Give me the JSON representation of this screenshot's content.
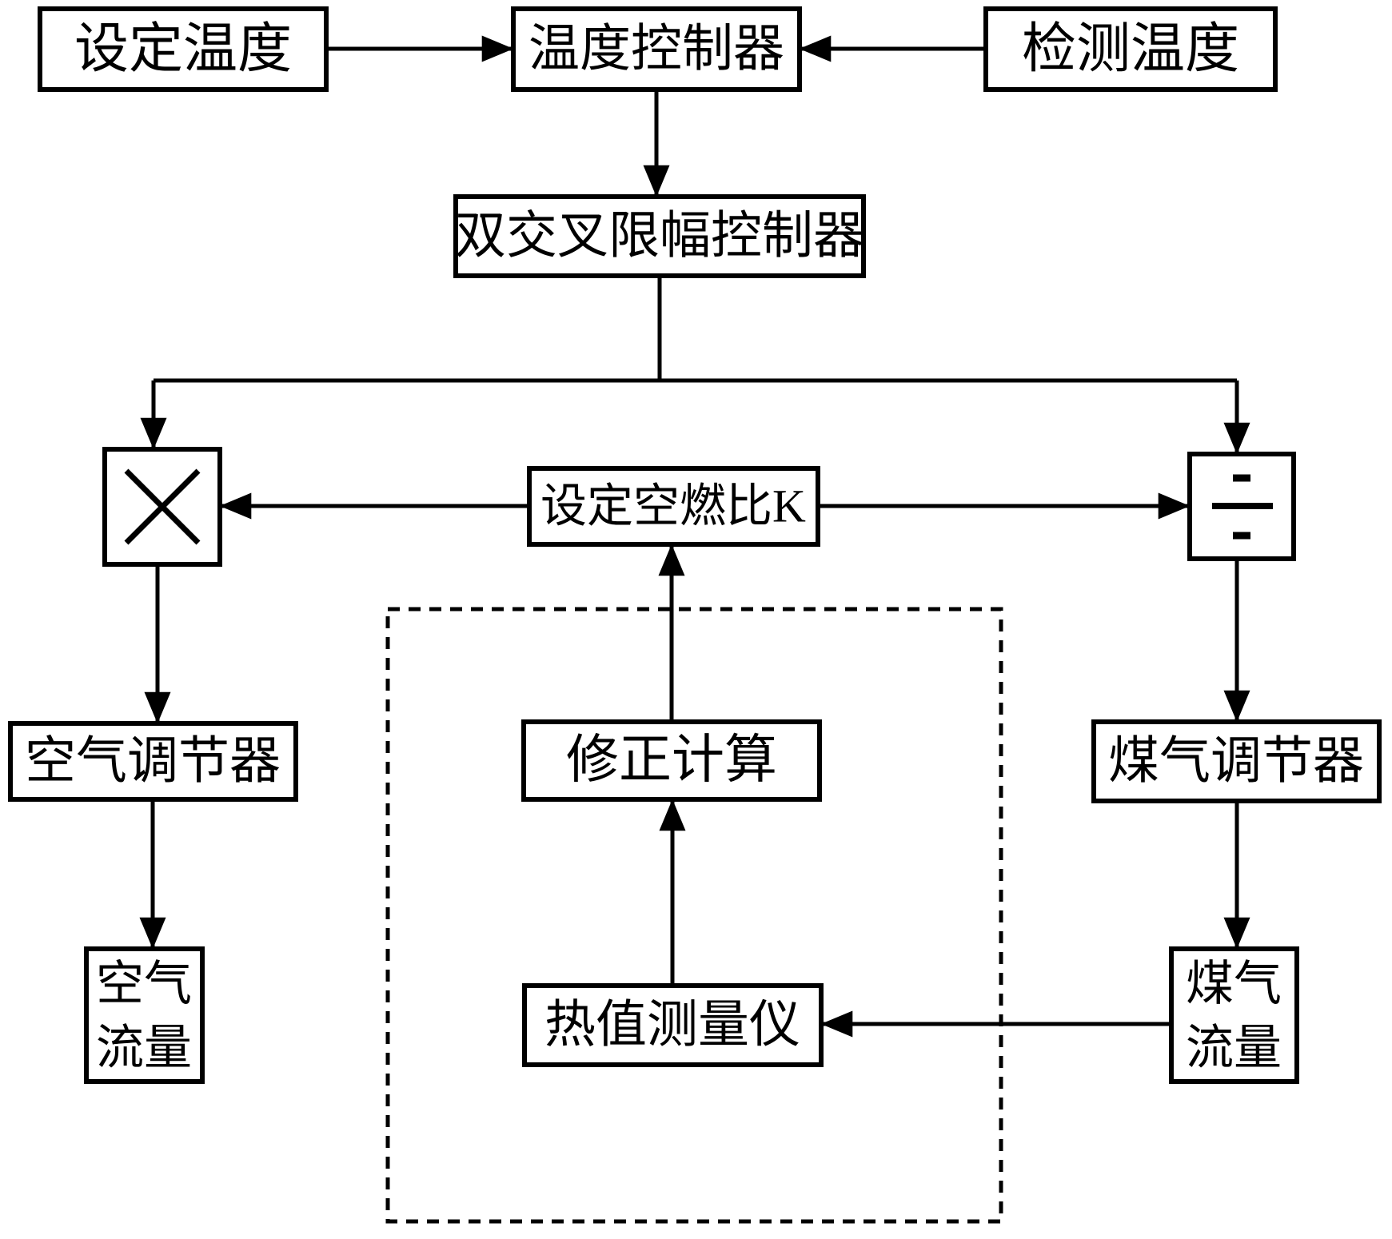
{
  "diagram": {
    "background_color": "#ffffff",
    "line_color": "#000000",
    "nodes": {
      "set_temp": {
        "label": "设定温度"
      },
      "temp_controller": {
        "label": "温度控制器"
      },
      "detect_temp": {
        "label": "检测温度"
      },
      "cross_limiter": {
        "label": "双交叉限幅控制器"
      },
      "ratio_k": {
        "label": "设定空燃比K"
      },
      "multiplier": {
        "symbol_icon": "multiply-icon"
      },
      "divider": {
        "symbol_icon": "divide-icon"
      },
      "air_regulator": {
        "label": "空气调节器"
      },
      "correction": {
        "label": "修正计算"
      },
      "gas_regulator": {
        "label": "煤气调节器"
      },
      "air_flow": {
        "line1": "空气",
        "line2": "流量"
      },
      "calorimeter": {
        "label": "热值测量仪"
      },
      "gas_flow": {
        "line1": "煤气",
        "line2": "流量"
      }
    }
  }
}
